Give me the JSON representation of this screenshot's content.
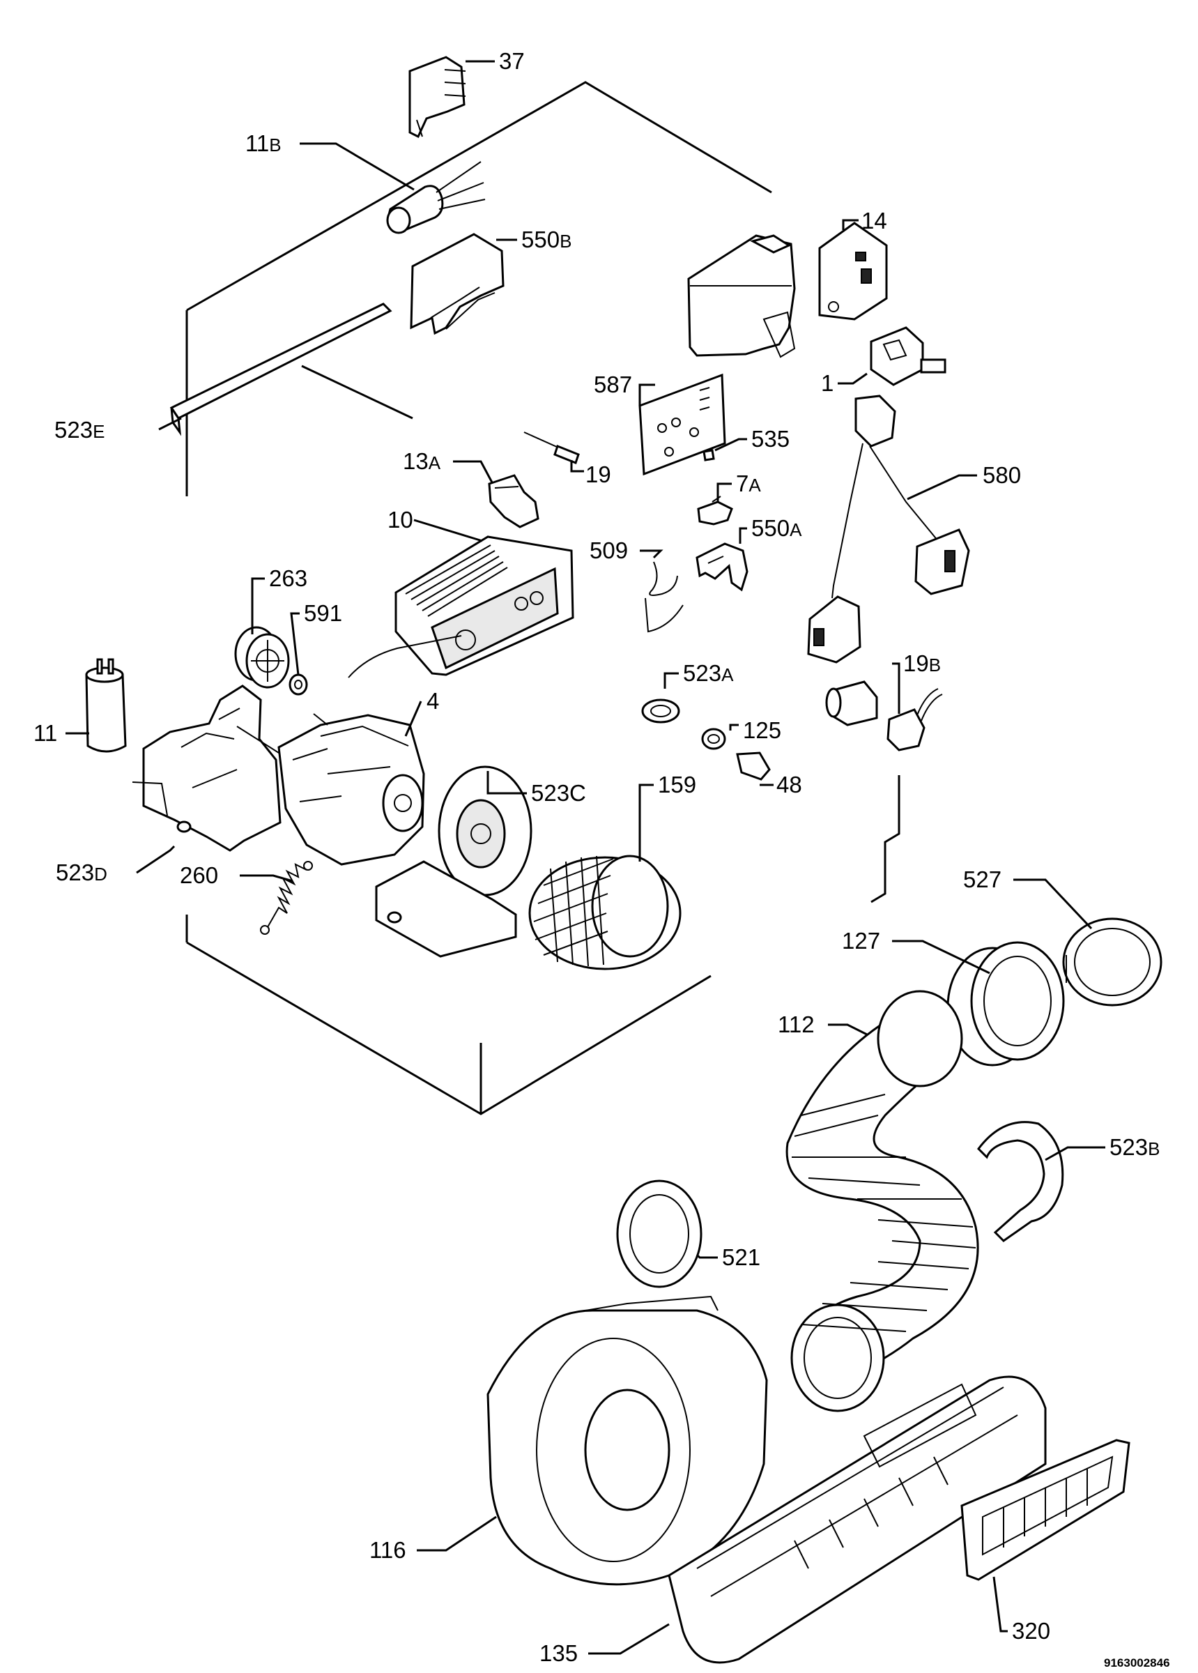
{
  "diagram": {
    "callouts": [
      {
        "id": "c37",
        "num": "37",
        "suffix": ""
      },
      {
        "id": "c11B",
        "num": "11",
        "suffix": "B"
      },
      {
        "id": "c550B",
        "num": "550",
        "suffix": "B"
      },
      {
        "id": "c14",
        "num": "14",
        "suffix": ""
      },
      {
        "id": "c1",
        "num": "1",
        "suffix": ""
      },
      {
        "id": "c523E",
        "num": "523",
        "suffix": "E"
      },
      {
        "id": "c587",
        "num": "587",
        "suffix": ""
      },
      {
        "id": "c535",
        "num": "535",
        "suffix": ""
      },
      {
        "id": "c19",
        "num": "19",
        "suffix": ""
      },
      {
        "id": "c13A",
        "num": "13",
        "suffix": "A"
      },
      {
        "id": "c580",
        "num": "580",
        "suffix": ""
      },
      {
        "id": "c7A",
        "num": "7",
        "suffix": "A"
      },
      {
        "id": "c10",
        "num": "10",
        "suffix": ""
      },
      {
        "id": "c550A",
        "num": "550",
        "suffix": "A"
      },
      {
        "id": "c509",
        "num": "509",
        "suffix": ""
      },
      {
        "id": "c263",
        "num": "263",
        "suffix": ""
      },
      {
        "id": "c591",
        "num": "591",
        "suffix": ""
      },
      {
        "id": "c523A",
        "num": "523",
        "suffix": "A"
      },
      {
        "id": "c19B",
        "num": "19",
        "suffix": "B"
      },
      {
        "id": "c4",
        "num": "4",
        "suffix": ""
      },
      {
        "id": "c11",
        "num": "11",
        "suffix": ""
      },
      {
        "id": "c125",
        "num": "125",
        "suffix": ""
      },
      {
        "id": "c523C",
        "num": "523C",
        "suffix": ""
      },
      {
        "id": "c48",
        "num": "48",
        "suffix": ""
      },
      {
        "id": "c159",
        "num": "159",
        "suffix": ""
      },
      {
        "id": "c523D",
        "num": "523",
        "suffix": "D"
      },
      {
        "id": "c260",
        "num": "260",
        "suffix": ""
      },
      {
        "id": "c527",
        "num": "527",
        "suffix": ""
      },
      {
        "id": "c127",
        "num": "127",
        "suffix": ""
      },
      {
        "id": "c112",
        "num": "112",
        "suffix": ""
      },
      {
        "id": "c523B",
        "num": "523",
        "suffix": "B"
      },
      {
        "id": "c521",
        "num": "521",
        "suffix": ""
      },
      {
        "id": "c116",
        "num": "116",
        "suffix": ""
      },
      {
        "id": "c135",
        "num": "135",
        "suffix": ""
      },
      {
        "id": "c320",
        "num": "320",
        "suffix": ""
      }
    ],
    "drawing_number": "9163002846"
  }
}
